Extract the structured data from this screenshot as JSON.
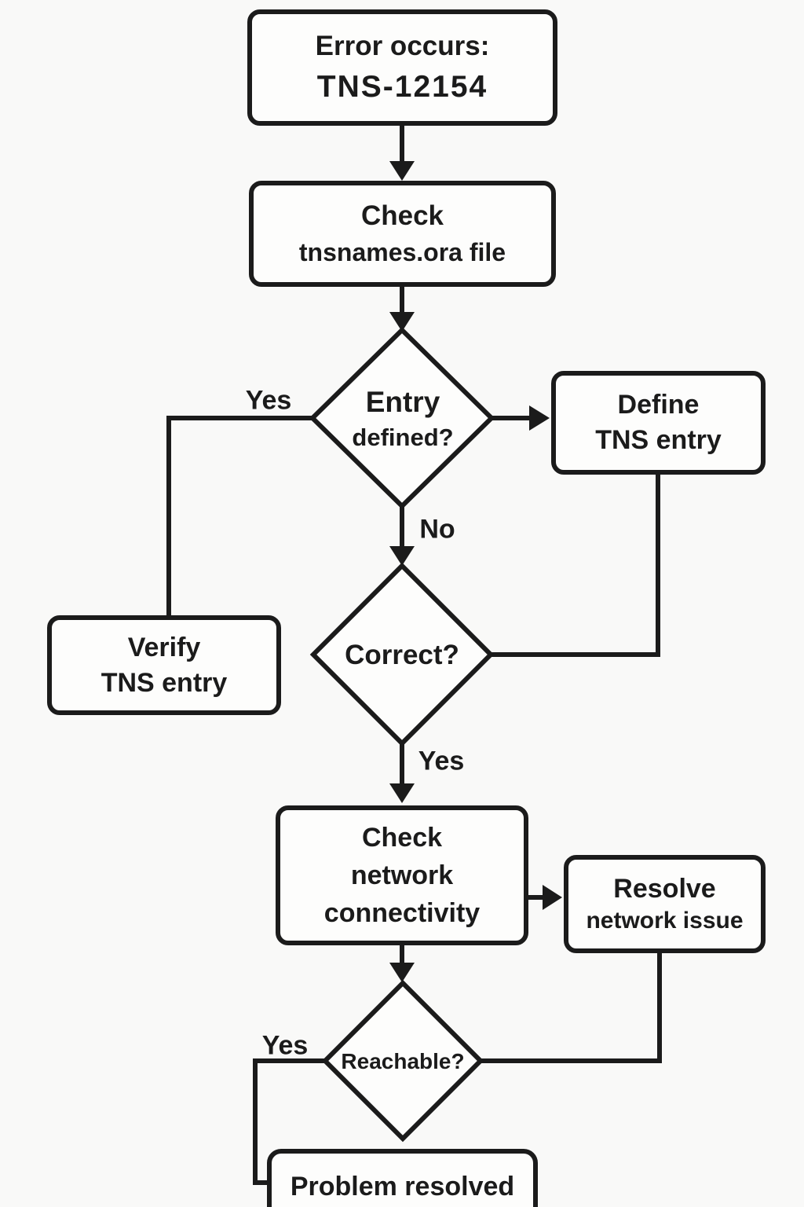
{
  "diagram": {
    "title_hint": "TNS-12154 troubleshooting flowchart",
    "colors": {
      "stroke": "#1b1b1b",
      "background": "#f9f9f8",
      "node_fill": "#fdfdfc"
    },
    "nodes": {
      "error": {
        "line1": "Error occurs:",
        "line2": "TNS-12154"
      },
      "check_tns": {
        "line1": "Check",
        "line2": "tnsnames.ora file"
      },
      "entry_defined": {
        "line1": "Entry",
        "line2": "defined?"
      },
      "define_entry": {
        "line1": "Define",
        "line2": "TNS entry"
      },
      "verify_entry": {
        "line1": "Verify",
        "line2": "TNS entry"
      },
      "correct": {
        "line1": "Correct?"
      },
      "check_network": {
        "line1": "Check",
        "line2": "network",
        "line3": "connectivity"
      },
      "resolve_network": {
        "line1": "Resolve",
        "line2": "network issue"
      },
      "reachable": {
        "line1": "Reachable?"
      },
      "resolved": {
        "line1": "Problem resolved"
      }
    },
    "edge_labels": {
      "entry_yes": "Yes",
      "entry_no": "No",
      "correct_yes": "Yes",
      "reachable_yes": "Yes"
    }
  }
}
